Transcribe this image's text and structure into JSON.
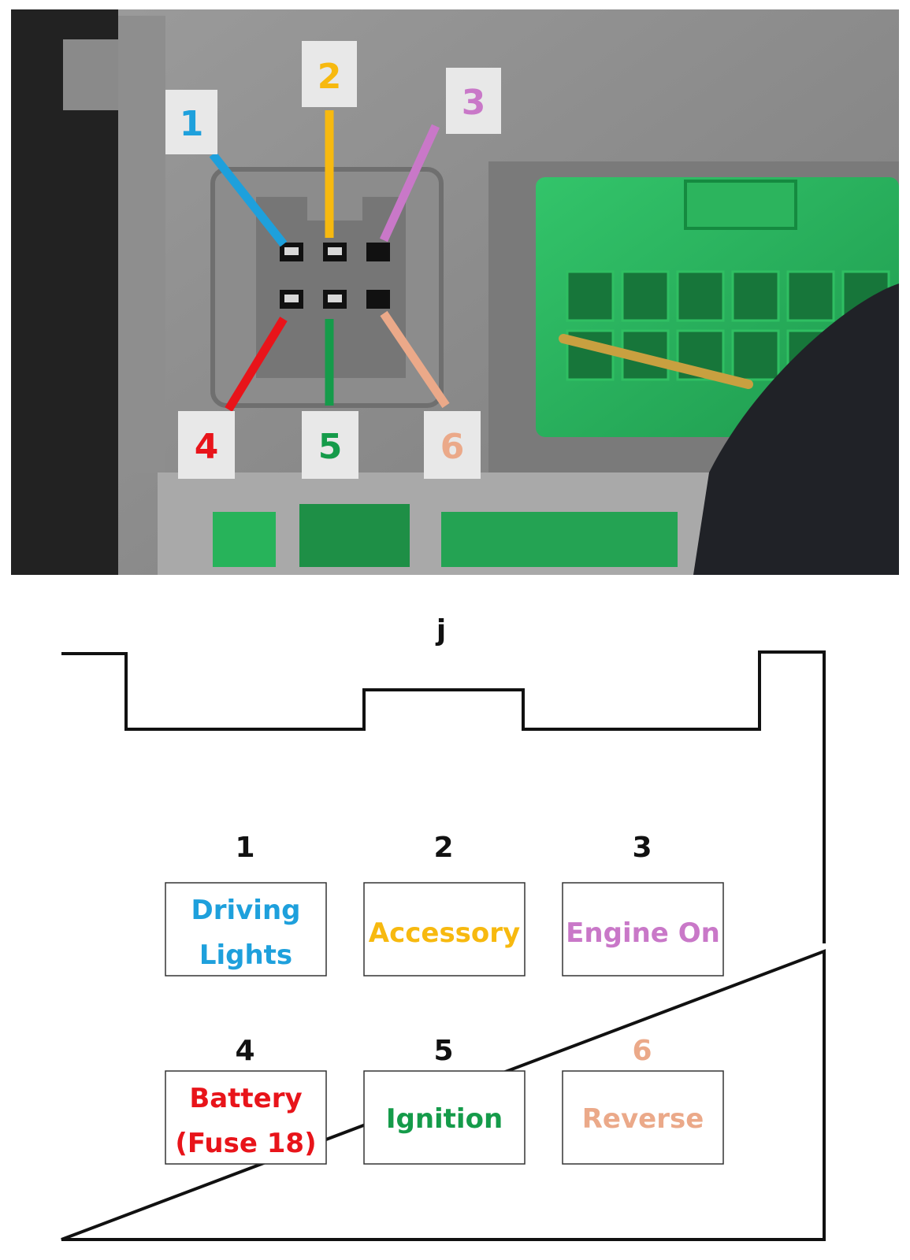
{
  "photo": {
    "callouts": [
      {
        "number": "1",
        "color": "#1ea0dc"
      },
      {
        "number": "2",
        "color": "#f7b90f"
      },
      {
        "number": "3",
        "color": "#c978c8"
      },
      {
        "number": "4",
        "color": "#e8141a"
      },
      {
        "number": "5",
        "color": "#159b4a"
      },
      {
        "number": "6",
        "color": "#eba989"
      }
    ]
  },
  "diagram": {
    "side_letter": "j",
    "pins": [
      {
        "number": "1",
        "number_color": "#111111",
        "label_lines": [
          "Driving",
          "Lights"
        ],
        "color": "#1ea0dc"
      },
      {
        "number": "2",
        "number_color": "#111111",
        "label_lines": [
          "Accessory"
        ],
        "color": "#f7b90f"
      },
      {
        "number": "3",
        "number_color": "#111111",
        "label_lines": [
          "Engine On"
        ],
        "color": "#c978c8"
      },
      {
        "number": "4",
        "number_color": "#111111",
        "label_lines": [
          "Battery",
          "(Fuse 18)"
        ],
        "color": "#e8141a"
      },
      {
        "number": "5",
        "number_color": "#111111",
        "label_lines": [
          "Ignition"
        ],
        "color": "#159b4a"
      },
      {
        "number": "6",
        "number_color": "#eba989",
        "label_lines": [
          "Reverse"
        ],
        "color": "#eba989"
      }
    ]
  }
}
